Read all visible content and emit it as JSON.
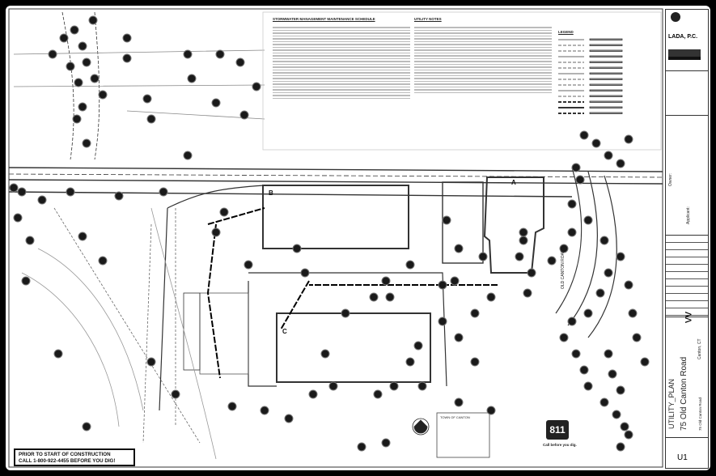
{
  "sheet": {
    "notes": {
      "stormwater_heading": "STORMWATER MANAGEMENT MAINTENANCE SCHEDULE",
      "utility_heading": "UTILITY NOTES",
      "legend_heading": "LEGEND"
    },
    "buildings": {
      "a": "A",
      "b": "B",
      "c": "C"
    },
    "road_label": "OLD CANTON ROAD",
    "warning": {
      "line1": "PRIOR TO START OF CONSTRUCTION",
      "line2": "CALL 1-800-922-4455 BEFORE YOU DIG!"
    },
    "town_box_heading": "TOWN OF CANTON",
    "dig_logo": {
      "number": "811",
      "tagline": "Call before you dig."
    }
  },
  "title_block": {
    "firm": "LADA, P.C.",
    "owner_label": "Owner:",
    "applicant_label": "Applicant:",
    "sheet_title": "UTILITY_PLAN",
    "project": "75 Old Canton Road",
    "location": "Canton, CT",
    "project_small": "75 Old Canton Road",
    "sheet_number": "U1"
  },
  "colors": {
    "background": "#000000",
    "sheet": "#ffffff",
    "ink": "#111111",
    "callout_dot": "#1a1a1a"
  }
}
